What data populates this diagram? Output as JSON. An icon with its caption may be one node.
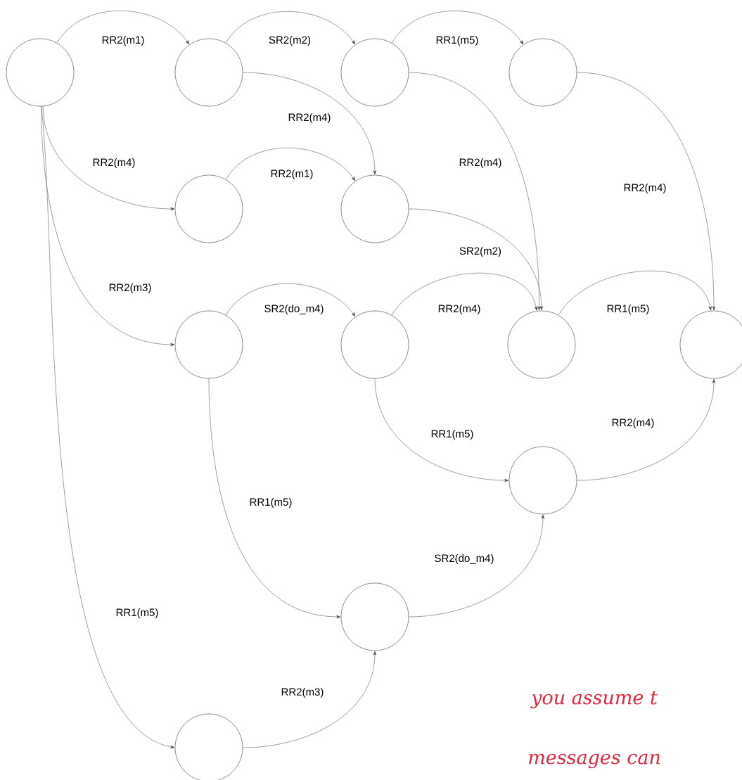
{
  "diagram": {
    "nodes": [
      {
        "text": [],
        "shape": "circle"
      },
      {
        "text": [],
        "shape": "circle"
      },
      {
        "text": [],
        "shape": "circle"
      },
      {
        "text": [],
        "shape": "circle"
      },
      {
        "text": [],
        "shape": "circle"
      },
      {
        "text": [],
        "shape": "circle"
      },
      {
        "text": [],
        "shape": "circle"
      },
      {
        "text": [],
        "shape": "circle"
      },
      {
        "text": [],
        "shape": "circle"
      },
      {
        "text": [],
        "shape": "circle"
      },
      {
        "text": [],
        "shape": "circle"
      },
      {
        "text": [],
        "shape": "circle"
      },
      {
        "text": [],
        "shape": "circle"
      }
    ],
    "edges": [
      {
        "from": 0,
        "to": 1,
        "arrow": "to",
        "label": "RR2(m1)"
      },
      {
        "from": 1,
        "to": 2,
        "arrow": "to",
        "label": "SR2(m2)"
      },
      {
        "from": 2,
        "to": 3,
        "arrow": "to",
        "label": "RR1(m5)"
      },
      {
        "from": 1,
        "to": 5,
        "arrow": "to",
        "label": "RR2(m4)"
      },
      {
        "from": 0,
        "to": 4,
        "arrow": "to",
        "label": "RR2(m4)"
      },
      {
        "from": 4,
        "to": 5,
        "arrow": "to",
        "label": "RR2(m1)"
      },
      {
        "from": 2,
        "to": 8,
        "arrow": "to",
        "label": "RR2(m4)"
      },
      {
        "from": 3,
        "to": 9,
        "arrow": "to",
        "label": "RR2(m4)"
      },
      {
        "from": 5,
        "to": 8,
        "arrow": "to",
        "label": "SR2(m2)"
      },
      {
        "from": 0,
        "to": 6,
        "arrow": "to",
        "label": "RR2(m3)"
      },
      {
        "from": 6,
        "to": 7,
        "arrow": "to",
        "label": "SR2(do_m4)"
      },
      {
        "from": 7,
        "to": 8,
        "arrow": "to",
        "label": "RR2(m4)"
      },
      {
        "from": 8,
        "to": 9,
        "arrow": "to",
        "label": "RR1(m5)"
      },
      {
        "from": 7,
        "to": 10,
        "arrow": "to",
        "label": "RR1(m5)"
      },
      {
        "from": 10,
        "to": 9,
        "arrow": "to",
        "label": "RR2(m4)"
      },
      {
        "from": 6,
        "to": 11,
        "arrow": "to",
        "label": "RR1(m5)"
      },
      {
        "from": 11,
        "to": 10,
        "arrow": "to",
        "label": "SR2(do_m4)"
      },
      {
        "from": 0,
        "to": 12,
        "arrow": "to",
        "label": "RR1(m5)"
      },
      {
        "from": 12,
        "to": 11,
        "arrow": "to",
        "label": "RR2(m3)"
      }
    ],
    "labels": [
      "you assume t",
      "messages can"
    ]
  }
}
